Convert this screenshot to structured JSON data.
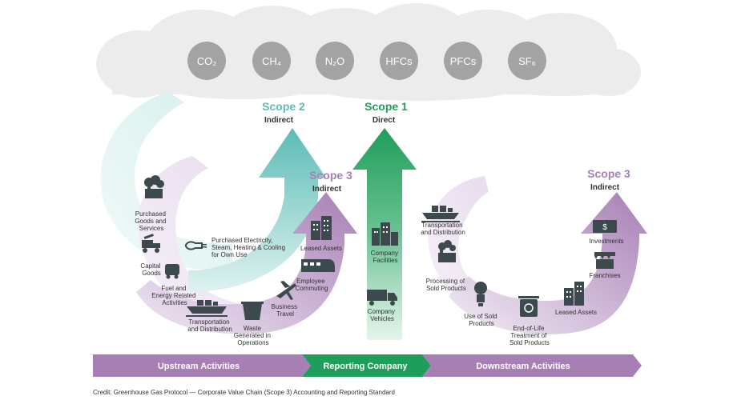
{
  "gases": [
    "CO₂",
    "CH₄",
    "N₂O",
    "HFCs",
    "PFCs",
    "SF₆"
  ],
  "scopes": {
    "scope2": {
      "title": "Scope 2",
      "subtitle": "Indirect"
    },
    "scope1": {
      "title": "Scope 1",
      "subtitle": "Direct"
    },
    "scope3_upstream": {
      "title": "Scope 3",
      "subtitle": "Indirect"
    },
    "scope3_downstream": {
      "title": "Scope 3",
      "subtitle": "Indirect"
    }
  },
  "upstream_items": {
    "purchased_goods": [
      "Purchased",
      "Goods and",
      "Services"
    ],
    "capital_goods": [
      "Capital",
      "Goods"
    ],
    "fuel_energy": [
      "Fuel and",
      "Energy Related",
      "Activities"
    ],
    "transportation": [
      "Transportation",
      "and Distribution"
    ],
    "waste": [
      "Waste",
      "Generated in",
      "Operations"
    ],
    "business_travel": [
      "Business",
      "Travel"
    ],
    "employee_commuting": [
      "Employee",
      "Commuting"
    ],
    "leased_assets": [
      "Leased Assets"
    ],
    "purchased_electricity": [
      "Purchased Electricity,",
      "Steam, Heating & Cooling",
      "for Own Use"
    ]
  },
  "company_items": {
    "facilities": [
      "Company",
      "Facilities"
    ],
    "vehicles": [
      "Company",
      "Vehicles"
    ]
  },
  "downstream_items": {
    "transportation": [
      "Transportation",
      "and Distribution"
    ],
    "processing": [
      "Processing of",
      "Sold Products"
    ],
    "use": [
      "Use of Sold",
      "Products"
    ],
    "end_of_life": [
      "End-of-Life",
      "Treatment of",
      "Sold Products"
    ],
    "leased_assets": [
      "Leased Assets"
    ],
    "franchises": [
      "Franchises"
    ],
    "investments": [
      "Investments"
    ]
  },
  "bar": {
    "upstream": "Upstream Activities",
    "reporting": "Reporting Company",
    "downstream": "Downstream Activities"
  },
  "credit": "Credit: Greenhouse Gas Protocol — Corporate Value Chain (Scope 3) Accounting and Reporting Standard",
  "colors": {
    "teal": "#5bbcb6",
    "green": "#1f9e5b",
    "purple": "#a77fb5",
    "gas_circle": "#a3a3a3",
    "cloud": "#ececec",
    "icon": "#3d4a4d"
  }
}
